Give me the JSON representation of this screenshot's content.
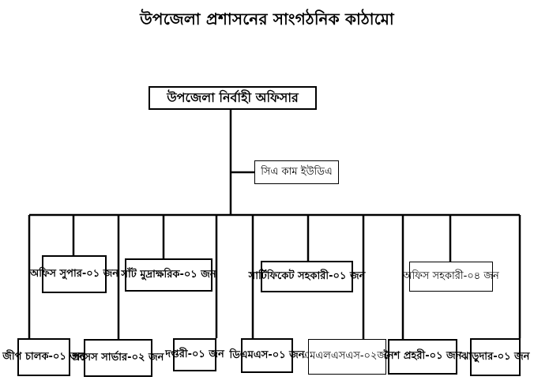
{
  "title": "উপজেলা প্রশাসনের সাংগঠনিক কাঠামো",
  "nodes": {
    "uno": "উপজেলা নির্বাহী অফিসার",
    "ca_cum_uda": "সিএ কাম ইউডিএ",
    "office_super": "অফিস সুপার-০১ জন",
    "stenographer": "সাঁট মুদ্রাক্ষরিক-০১ জন",
    "certificate_assistant": "সার্টিফিকেট সহকারী-০১ জন",
    "office_assistant": "অফিস সহকারী-০৪ জন",
    "jeep_driver": "জীপ চালক-০১ জন",
    "process_server": "প্রসেস সার্ভার-০২ জন",
    "daftari": "দপ্তরী-০১ জন",
    "dmsb": "ডিএমএস-০১ জন",
    "mlss": "এমএলএসএস-০২জন",
    "night_guard": "নৈশ প্রহরী-০১ জন",
    "sweeper": "ঝাড়ুদার-০১ জন"
  }
}
